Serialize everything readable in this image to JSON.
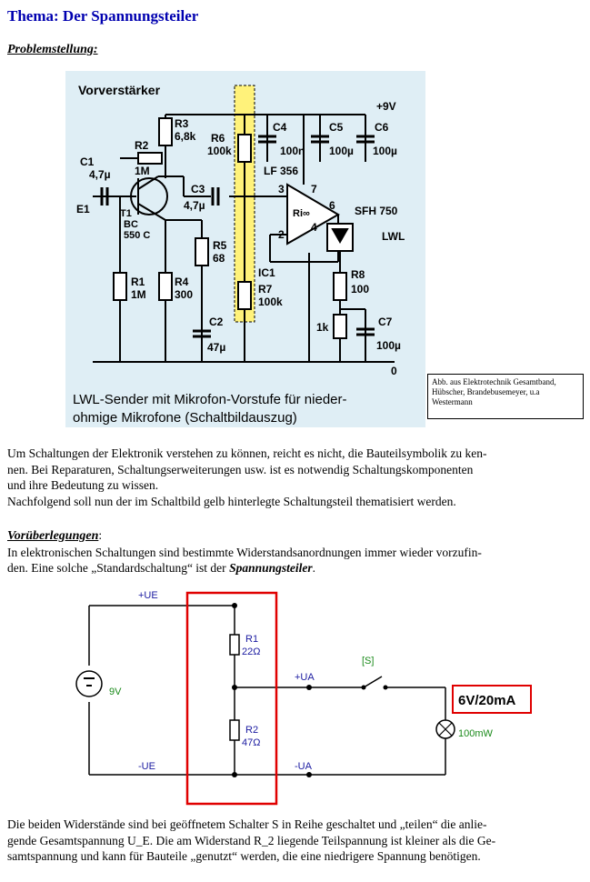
{
  "title": "Thema: Der Spannungsteiler",
  "problem_heading": "Problemstellung:",
  "figure1": {
    "heading": "Vorverstärker",
    "caption_line1": "LWL-Sender mit Mikrofon-Vorstufe für nieder-",
    "caption_line2": "ohmige Mikrofone (Schaltbildauszug)",
    "labels": {
      "supply": "+9V",
      "r3": "R3",
      "r3v": "6,8k",
      "r2": "R2",
      "r2v": "1M",
      "r6": "R6",
      "r6v": "100k",
      "c4": "C4",
      "c4v": "100n",
      "c5": "C5",
      "c5v": "100µ",
      "c6": "C6",
      "c6v": "100µ",
      "c1": "C1",
      "c1v": "4,7µ",
      "c3": "C3",
      "c3v": "4,7µ",
      "e1": "E1",
      "t1": "T1",
      "t1a": "BC",
      "t1b": "550 C",
      "lf": "LF 356",
      "p3": "3",
      "p7": "7",
      "p6": "6",
      "p2": "2",
      "p4": "4",
      "ri": "Ri∞",
      "sfh": "SFH 750",
      "lwl": "LWL",
      "r5": "R5",
      "r5v": "68",
      "r1": "R1",
      "r1v": "1M",
      "r4": "R4",
      "r4v": "300",
      "ic1": "IC1",
      "r7": "R7",
      "r7v": "100k",
      "r8": "R8",
      "r8v": "100",
      "pot": "1k",
      "c2": "C2",
      "c2v": "47µ",
      "c7": "C7",
      "c7v": "100µ",
      "gnd": "0"
    }
  },
  "source_note": "Abb. aus Elektrotechnik Gesamtband, Hübscher, Brandebusemeyer, u.a Westermann",
  "paragraph1": [
    "Um Schaltungen der Elektronik verstehen zu können, reicht es nicht, die Bauteilsymbolik zu ken-",
    "nen. Bei Reparaturen, Schaltungserweiterungen usw. ist es notwendig Schaltungskomponenten",
    "und ihre Bedeutung zu wissen.",
    "Nachfolgend soll nun der im Schaltbild gelb hinterlegte Schaltungsteil thematisiert werden."
  ],
  "pre_heading": "Vorüberlegungen",
  "pre_heading_colon": ":",
  "paragraph2_line1": "In elektronischen Schaltungen sind bestimmte Widerstandsanordnungen immer wieder vorzufin-",
  "paragraph2_line2_a": "den. Eine solche „Standardschaltung“ ist der ",
  "paragraph2_line2_b": "Spannungsteiler",
  "paragraph2_line2_c": ".",
  "figure2": {
    "ue_plus": "+UE",
    "ue_minus": "-UE",
    "ua_plus": "+UA",
    "ua_minus": "-UA",
    "source": "9V",
    "r1": "R1",
    "r1v": "22Ω",
    "r2": "R2",
    "r2v": "47Ω",
    "switch": "[S]",
    "lamp": "100mW",
    "lamp_rating": "6V/20mA"
  },
  "paragraph3": [
    "Die beiden Widerstände sind bei geöffnetem Schalter S in Reihe geschaltet und „teilen“ die anlie-",
    "gende Gesamtspannung U_E. Die am Widerstand R_2 liegende Teilspannung ist kleiner als die Ge-",
    "samtspannung und kann für Bauteile „genutzt“ werden, die eine niedrigere Spannung benötigen."
  ]
}
